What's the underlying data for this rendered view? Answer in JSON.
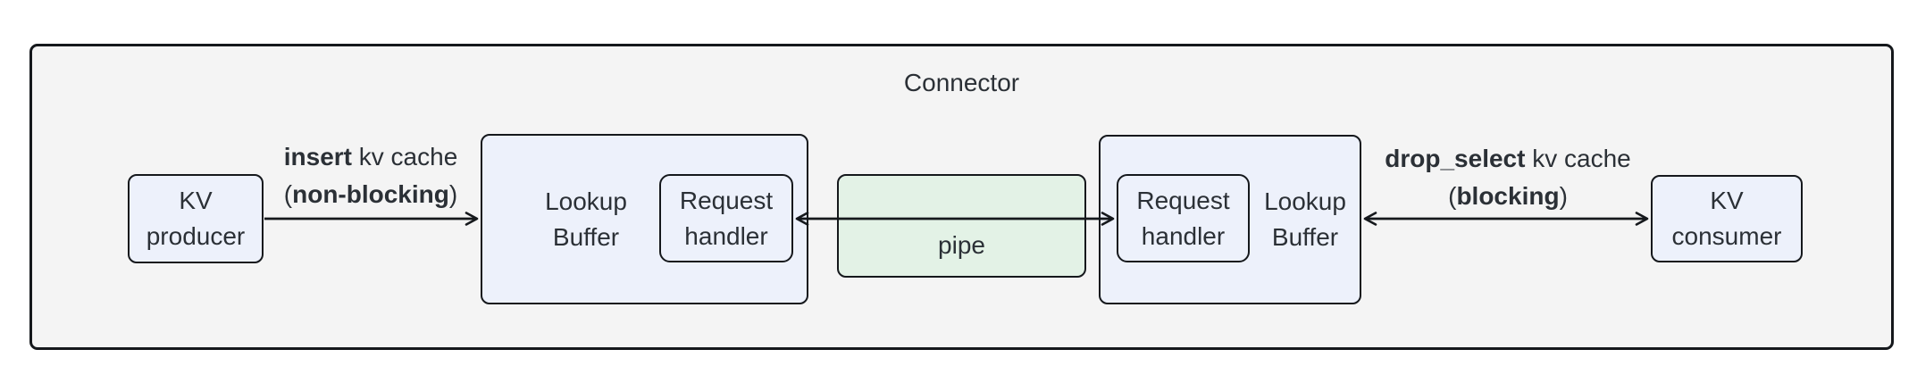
{
  "title": "Connector",
  "colors": {
    "container_fill": "#f4f4f4",
    "node_fill": "#edf1fb",
    "pipe_fill": "#e3f2e6",
    "border": "#15181c",
    "text": "#2b3036"
  },
  "nodes": {
    "kv_producer": {
      "line1": "KV",
      "line2": "producer"
    },
    "lookup_buffer_left": {
      "line1": "Lookup",
      "line2": "Buffer"
    },
    "request_handler_left": {
      "line1": "Request",
      "line2": "handler"
    },
    "pipe": {
      "label": "pipe"
    },
    "request_handler_right": {
      "line1": "Request",
      "line2": "handler"
    },
    "lookup_buffer_right": {
      "line1": "Lookup",
      "line2": "Buffer"
    },
    "kv_consumer": {
      "line1": "KV",
      "line2": "consumer"
    }
  },
  "edges": {
    "insert": {
      "bold1": "insert",
      "rest1": " kv cache",
      "open2": "(",
      "bold2": "non-blocking",
      "close2": ")"
    },
    "drop_select": {
      "bold1": "drop_select",
      "rest1": " kv cache",
      "open2": "(",
      "bold2": "blocking",
      "close2": ")"
    }
  }
}
